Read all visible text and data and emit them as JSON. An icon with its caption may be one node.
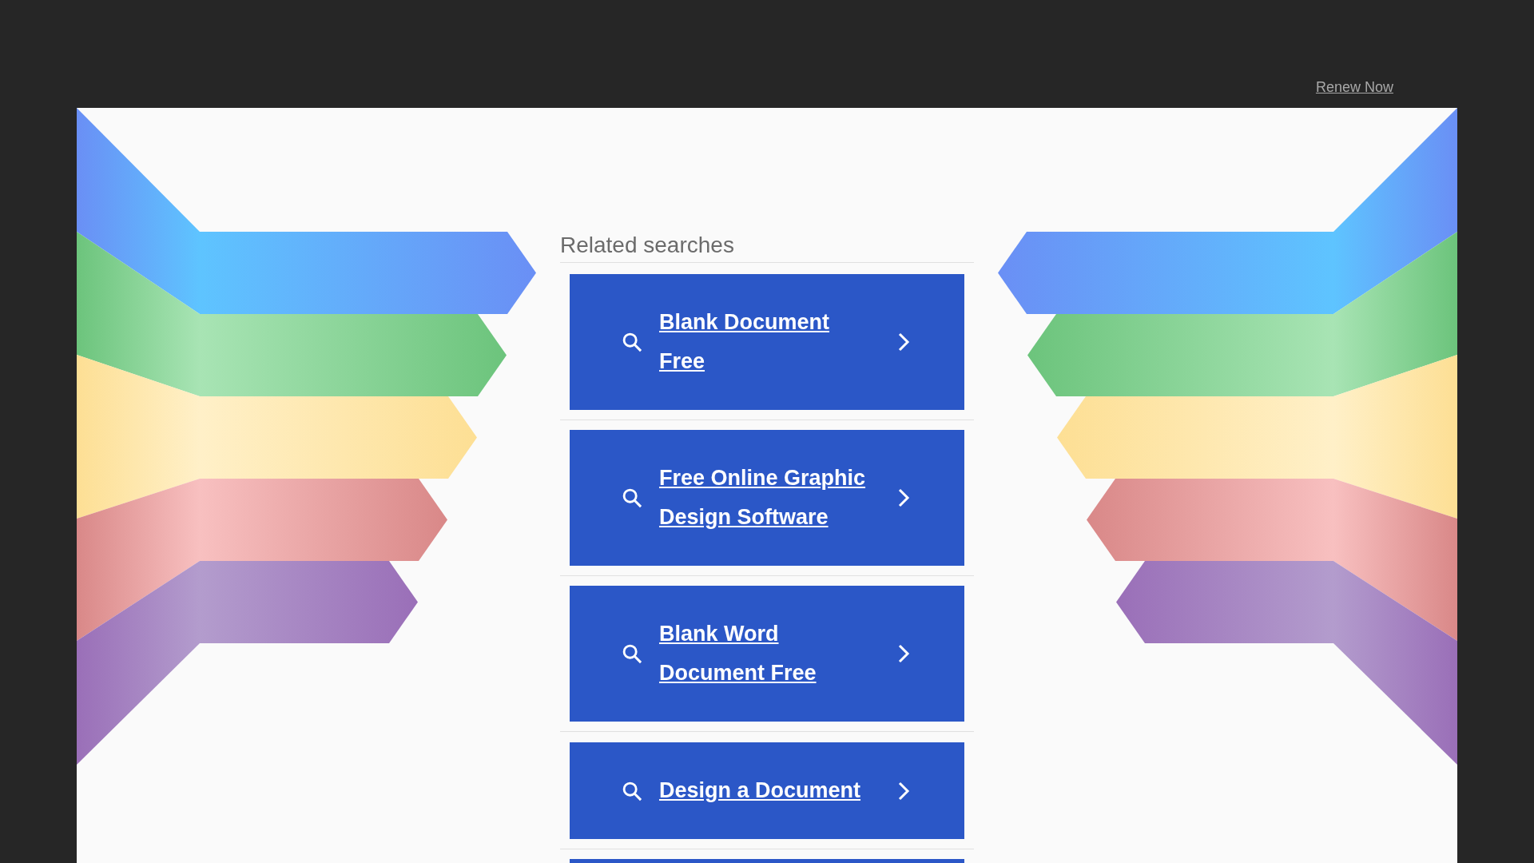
{
  "diagram": {
    "nodes": [
      {
        "text": [
          "Blank Document Free"
        ]
      },
      {
        "text": [
          "Free Online Graphic Design Software"
        ]
      },
      {
        "text": [
          "Blank Word Document Free"
        ]
      },
      {
        "text": [
          "Design a Document"
        ]
      }
    ],
    "labels": [
      "Renew Now",
      "Related searches"
    ]
  }
}
